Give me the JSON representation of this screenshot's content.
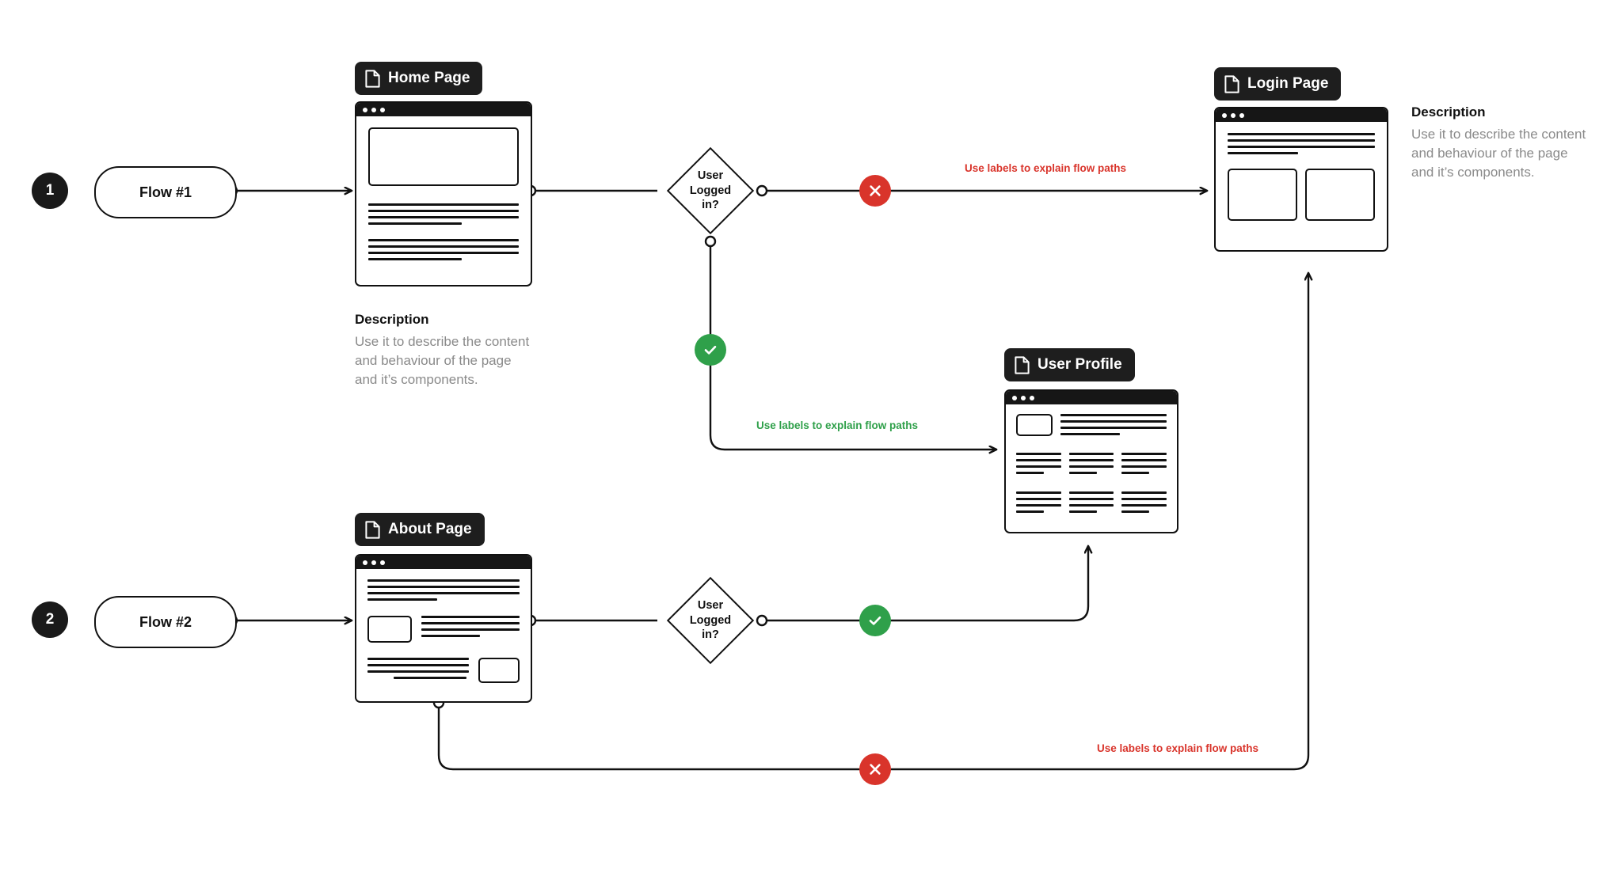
{
  "colors": {
    "ink": "#111111",
    "tag_bg": "#1e1e1e",
    "success": "#2FA04A",
    "error": "#D9342B",
    "muted_text": "#8a8a8a",
    "canvas": "#ffffff"
  },
  "flows": [
    {
      "number": "1",
      "label": "Flow #1"
    },
    {
      "number": "2",
      "label": "Flow #2"
    }
  ],
  "pages": {
    "home": {
      "tag": "Home Page"
    },
    "login": {
      "tag": "Login Page"
    },
    "profile": {
      "tag": "User Profile"
    },
    "about": {
      "tag": "About Page"
    }
  },
  "decisions": {
    "first": {
      "line1": "User",
      "line2": "Logged",
      "line3": "in?"
    },
    "second": {
      "line1": "User",
      "line2": "Logged",
      "line3": "in?"
    }
  },
  "path_labels": {
    "home_to_login": "Use labels to explain flow paths",
    "home_to_profile": "Use labels to explain flow paths",
    "about_to_login": "Use labels to explain flow paths"
  },
  "descriptions": {
    "home": {
      "title": "Description",
      "line1": "Use it to describe the content",
      "line2": "and behaviour of the page",
      "line3": "and it’s components."
    },
    "login": {
      "title": "Description",
      "line1": "Use it to describe the content",
      "line2": "and behaviour of the page",
      "line3": "and it’s components."
    }
  },
  "icons": {
    "document": "document-icon",
    "check": "check-icon",
    "cross": "cross-icon"
  }
}
